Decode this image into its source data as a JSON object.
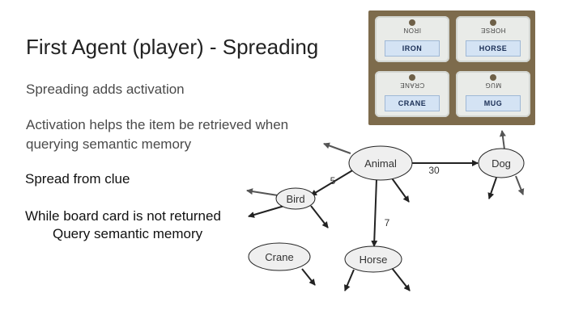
{
  "slide": {
    "title": "First Agent (player) - Spreading",
    "subtitle": "Spreading adds activation",
    "activation_lines": [
      "Activation helps the item be retrieved when",
      "querying semantic memory"
    ],
    "spread_text": "Spread from clue",
    "loop_lines": [
      "While board card is not returned",
      "Query semantic memory"
    ]
  },
  "photo": {
    "cards": [
      {
        "upside": "IRON",
        "word": "IRON"
      },
      {
        "upside": "HORSE",
        "word": "HORSE"
      },
      {
        "upside": "CRANE",
        "word": "CRANE"
      },
      {
        "upside": "MUG",
        "word": "MUG"
      }
    ]
  },
  "graph": {
    "nodes": {
      "animal": "Animal",
      "dog": "Dog",
      "bird": "Bird",
      "crane": "Crane",
      "horse": "Horse"
    },
    "weights": {
      "animal_bird": "5",
      "animal_dog": "30",
      "animal_horse": "7"
    }
  },
  "colors": {
    "text": "#333333",
    "node_fill": "#efefef",
    "edge": "#222222",
    "stub_edge": "#555555"
  }
}
